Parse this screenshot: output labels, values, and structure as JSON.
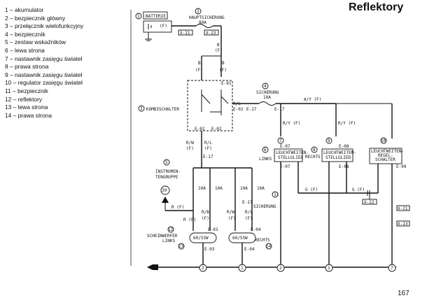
{
  "title": "Reflektory",
  "page_number": "167",
  "legend": [
    "1 – akumulator",
    "2 – bezpiecznik główny",
    "3 – przełącznik wielofunkcyjny",
    "4 – bezpiecznik",
    "5 – zestaw wskaźników",
    "6 – lewa strona",
    "7 – nastawnik zasięgu świateł",
    "8 – prawa strona",
    "9 – nastawnik zasięgu świateł",
    "10 – regulator zasięgu świateł",
    "11 – bezpiecznik",
    "12 – reflektory",
    "13 – lewa strona",
    "14 – prawa strona"
  ],
  "diagram": {
    "batterie": "BATTERIE",
    "hauptsicherung": "HAUPTSICHERUNG",
    "hauptsicherung_rating": "80A",
    "sicherung": "SICHERUNG",
    "sicherung_rating": "10A",
    "kombischalter": "KOMBISCHALTER",
    "instrumentengruppe": [
      "INSTRUMEN-",
      "TENGRUPPE"
    ],
    "links": "LINKS",
    "rechts": "RECHTS",
    "leuchtweitenstellglied": [
      "LEUCHTWEITEN-",
      "STELLGLIED"
    ],
    "leuchtweitenregelschalter": [
      "LEUCHTWEITEN-",
      "REGEL-",
      "SCHALTER"
    ],
    "scheinwerfer": [
      "SCHEINWERFER",
      "LINKS"
    ],
    "lamp": "60/55W",
    "fuse_rating": "10A",
    "sicherung_lower": "SICHERUNG",
    "wire_r": "R (F)",
    "wire_ry": "R/Y (F)",
    "wire_ay": "A/Y (F)",
    "wire_rl": "R/L",
    "wire_rw": "R/W",
    "wire_rb": "R/B",
    "wire_g": "G (F)",
    "wire_b": "B",
    "wire_f": "(F)",
    "conn_e01": "E-01",
    "conn_e02": "E-02",
    "conn_e17": "E-17",
    "conn_e03": "E-03",
    "conn_e04": "E-04",
    "conn_e07": "E-07",
    "conn_e08": "E-08",
    "conn_e09": "E-09",
    "conn_x21": "X-21",
    "conn_x23": "X-23",
    "conn_x22": "X-22",
    "callouts": [
      "1",
      "2",
      "3",
      "4",
      "5",
      "6",
      "7",
      "8",
      "9",
      "10",
      "11",
      "12",
      "13",
      "14"
    ],
    "ground_nodes": [
      "2",
      "1",
      "2",
      "1",
      "7"
    ],
    "node_39": "39"
  }
}
